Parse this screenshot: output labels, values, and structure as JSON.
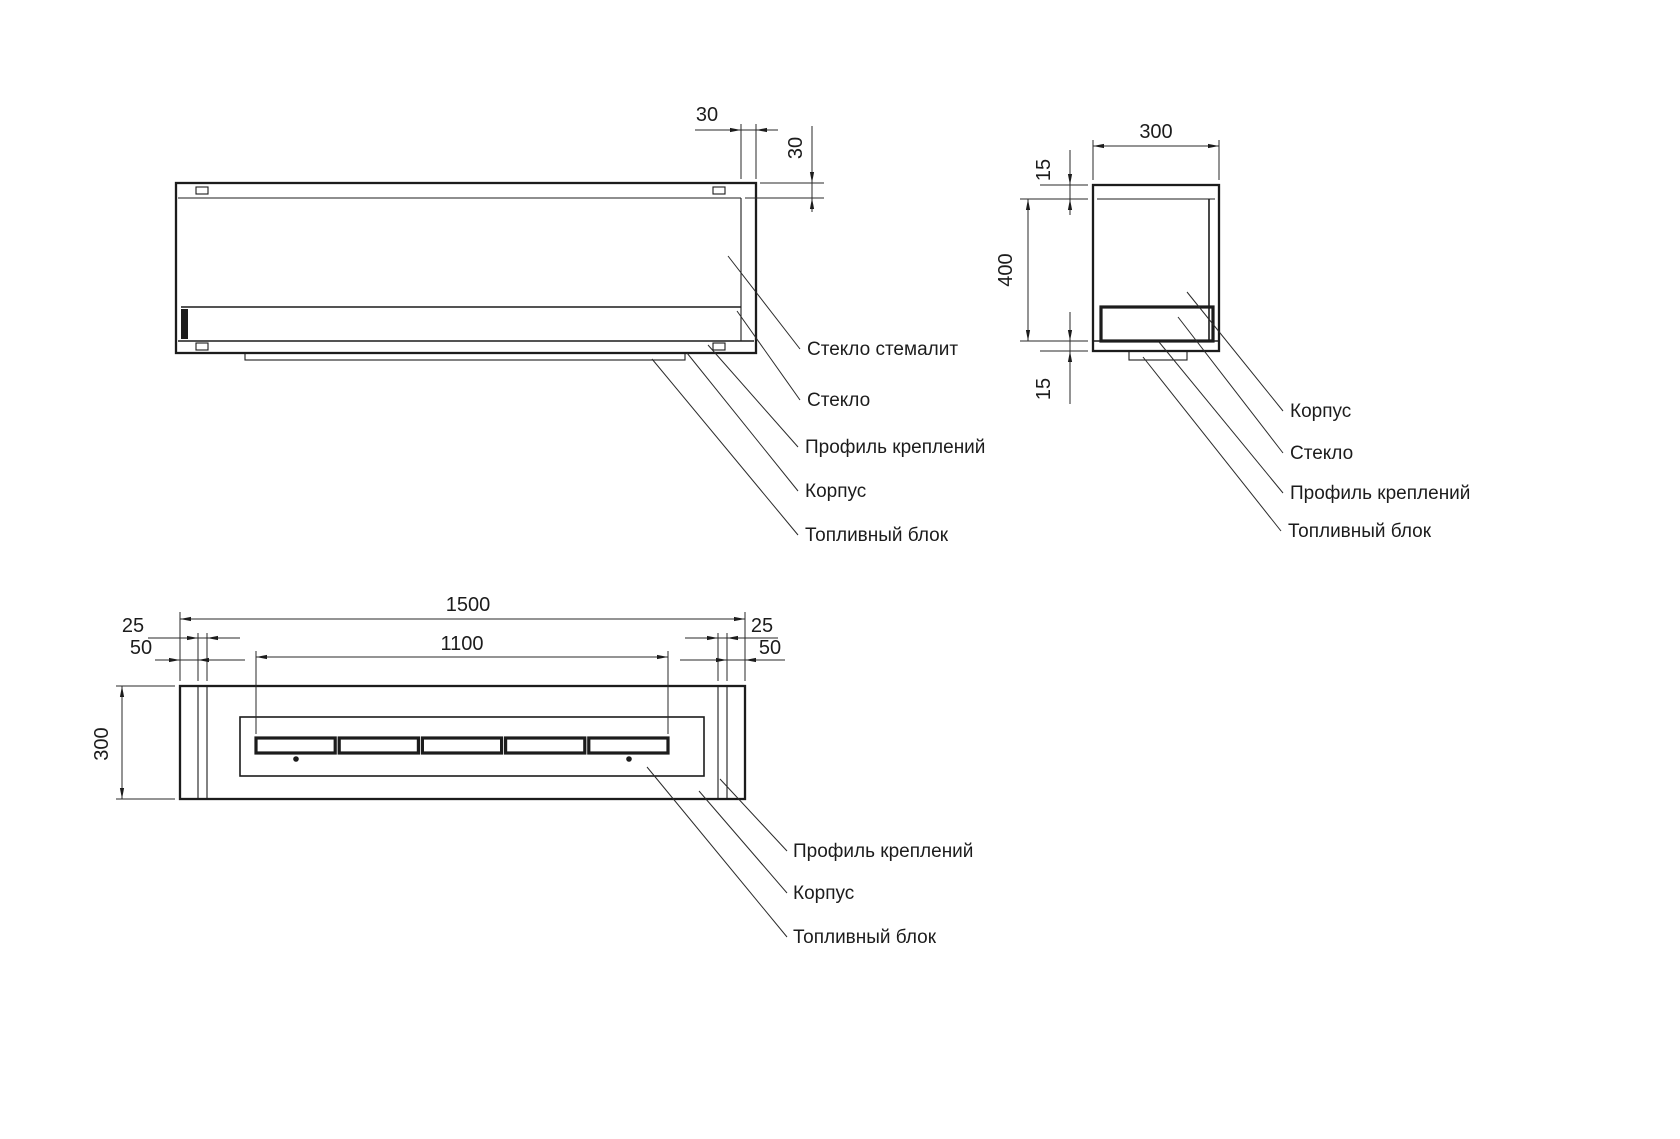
{
  "front_view": {
    "dim_top_offset": "30",
    "dim_side_offset": "30",
    "labels": {
      "glass_stemalit": "Стекло стемалит",
      "glass": "Стекло",
      "profile": "Профиль креплений",
      "body": "Корпус",
      "fuel_block": "Топливный блок"
    }
  },
  "side_view": {
    "dim_width": "300",
    "dim_top_frame": "15",
    "dim_height": "400",
    "dim_bottom_frame": "15",
    "labels": {
      "body": "Корпус",
      "glass": "Стекло",
      "profile": "Профиль креплений",
      "fuel_block": "Топливный блок"
    }
  },
  "plan_view": {
    "dim_length": "1500",
    "dim_burner_length": "1100",
    "dim_left_offset_25": "25",
    "dim_left_offset_50": "50",
    "dim_right_offset_25": "25",
    "dim_right_offset_50": "50",
    "dim_depth": "300",
    "labels": {
      "profile": "Профиль креплений",
      "body": "Корпус",
      "fuel_block": "Топливный блок"
    }
  },
  "colors": {
    "line": "#1c1c1c",
    "background": "#ffffff"
  }
}
